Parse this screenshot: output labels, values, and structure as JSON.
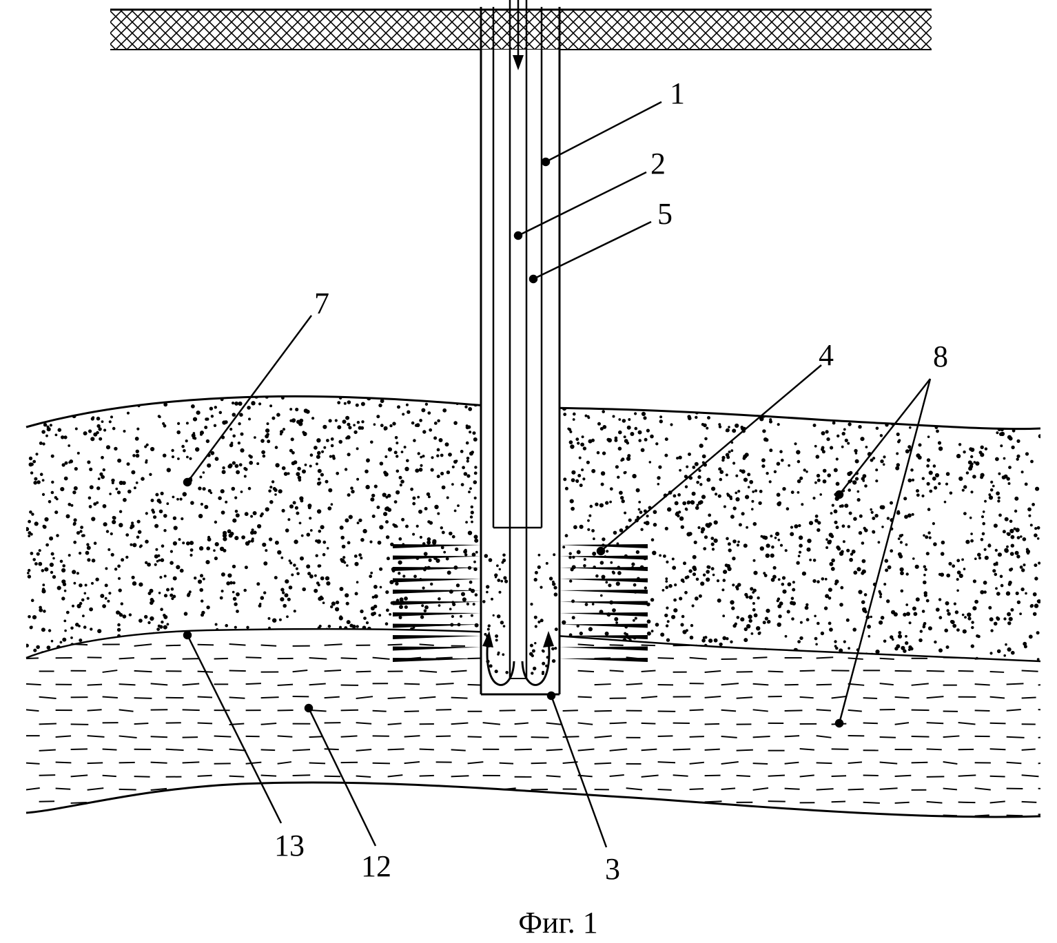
{
  "labels": {
    "l1": "1",
    "l2": "2",
    "l5": "5",
    "l7": "7",
    "l4": "4",
    "l8": "8",
    "l13": "13",
    "l12": "12",
    "l3": "3"
  },
  "caption": "Фиг. 1",
  "colors": {
    "ink": "#000000",
    "paper": "#ffffff"
  }
}
